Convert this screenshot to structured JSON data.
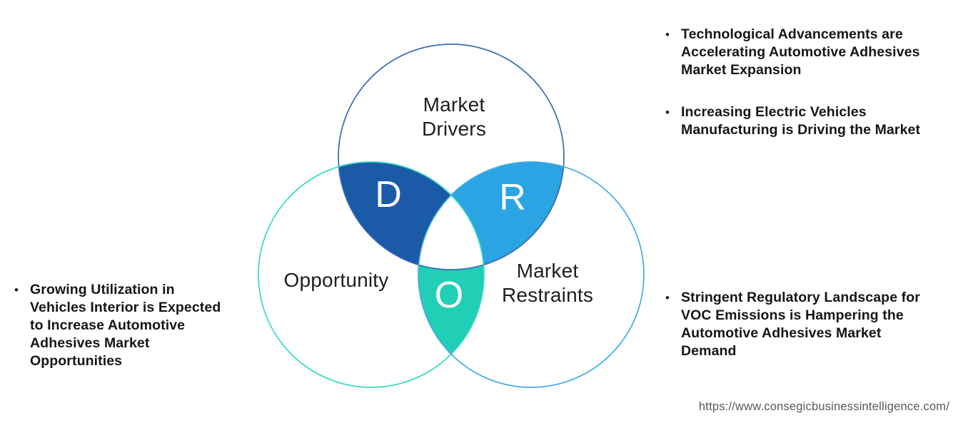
{
  "diagram": {
    "drivers": {
      "label": "Market\nDrivers",
      "letter": "D"
    },
    "opportunity": {
      "label": "Opportunity",
      "letter": "O"
    },
    "restraints": {
      "label": "Market\nRestraints",
      "letter": "R"
    }
  },
  "bullets": {
    "marker": "•",
    "left": [
      {
        "text": "Growing Utilization in\nVehicles Interior is Expected\nto Increase Automotive\nAdhesives Market\nOpportunities"
      }
    ],
    "right_top": [
      {
        "text": "Technological Advancements are\nAccelerating Automotive Adhesives\nMarket Expansion"
      },
      {
        "text": "Increasing Electric Vehicles\nManufacturing is Driving the Market"
      }
    ],
    "right_bottom": [
      {
        "text": "Stringent Regulatory Landscape for\nVOC Emissions is Hampering the\nAutomotive Adhesives Market\nDemand"
      }
    ]
  },
  "footer": {
    "url": "https://www.consegicbusinessintelligence.com/"
  },
  "colors": {
    "d_overlap_fill": "#1B5AA6",
    "r_overlap_fill": "#2AA4E2",
    "o_overlap_fill": "#21CFB6",
    "center_fill": "#FFFFFF",
    "drivers_stroke": "#3A6BB2",
    "opportunity_stroke": "#36D9C3",
    "restraints_stroke": "#44ABE8",
    "bullet_text": "#161616",
    "url_text": "#58595B"
  }
}
